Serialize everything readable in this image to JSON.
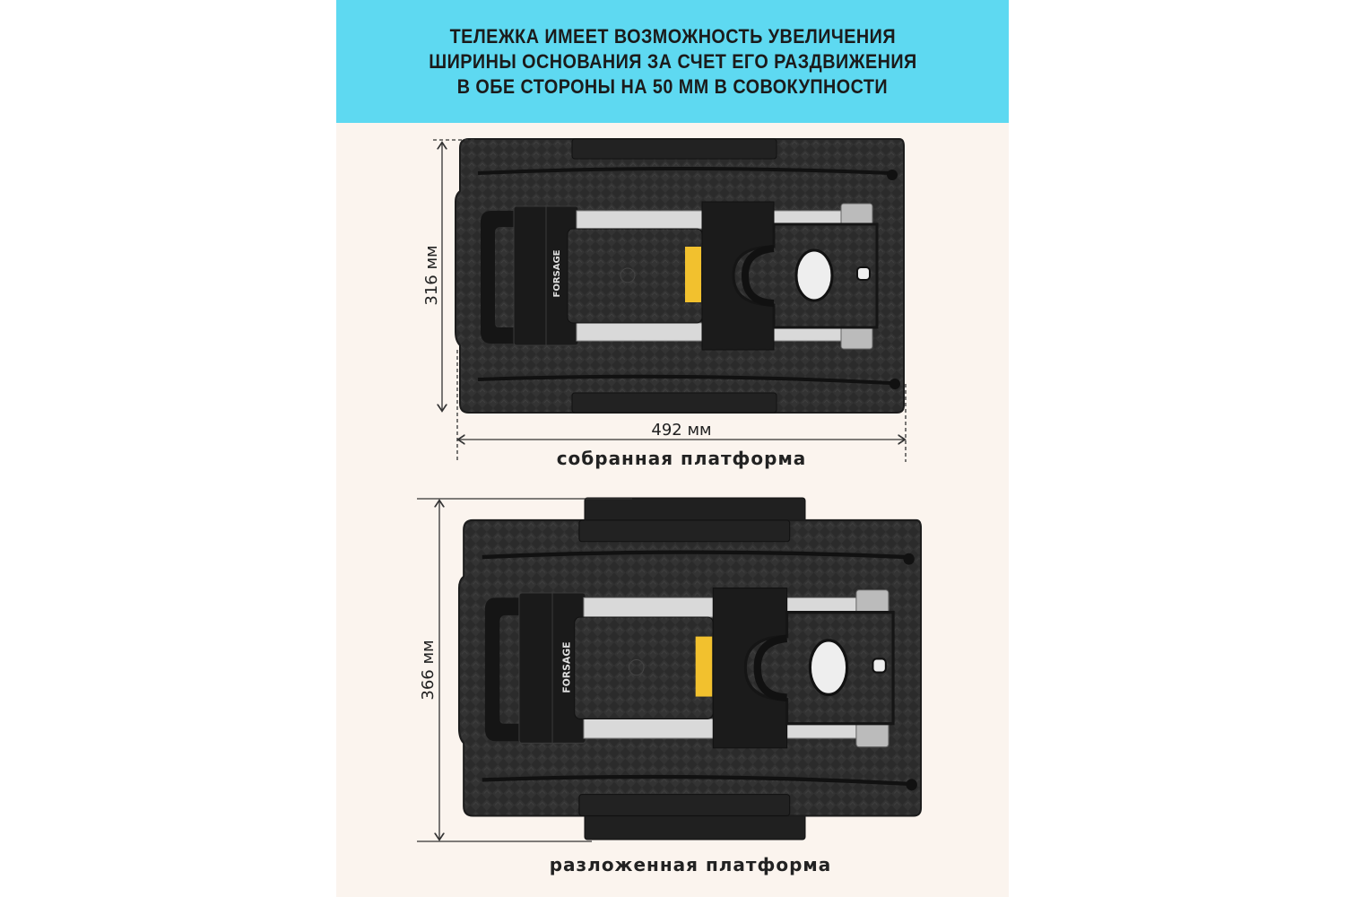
{
  "banner": {
    "lines": [
      "ТЕЛЕЖКА ИМЕЕТ ВОЗМОЖНОСТЬ УВЕЛИЧЕНИЯ",
      "ШИРИНЫ ОСНОВАНИЯ ЗА СЧЕТ ЕГО РАЗДВИЖЕНИЯ",
      "В ОБЕ СТОРОНЫ НА 50 ММ В СОВОКУПНОСТИ"
    ]
  },
  "assembled": {
    "height_label": "316 мм",
    "width_label": "492 мм",
    "caption": "собранная платформа"
  },
  "expanded": {
    "height_label": "366 мм",
    "caption": "разложенная платформа"
  },
  "brand": "FORSAGE",
  "colors": {
    "banner": "#5ed9f1",
    "background": "#fbf4ee",
    "label": "#f2c12e"
  }
}
